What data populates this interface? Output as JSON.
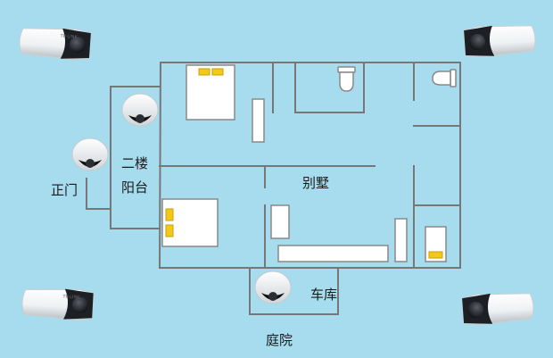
{
  "labels": {
    "front_door": "正门",
    "balcony_line1": "二楼",
    "balcony_line2": "阳台",
    "villa": "别墅",
    "garage": "车库",
    "courtyard": "庭院"
  },
  "camera_brand": "TP-LINK",
  "colors": {
    "background": "#a6dced",
    "wall": "#777777",
    "furniture_fill": "#ffffff",
    "pillow": "#f3c81b"
  },
  "icons": {
    "bullet_camera": "bullet-camera-icon",
    "dome_camera": "dome-camera-icon",
    "bed": "bed-icon",
    "toilet": "toilet-icon"
  }
}
